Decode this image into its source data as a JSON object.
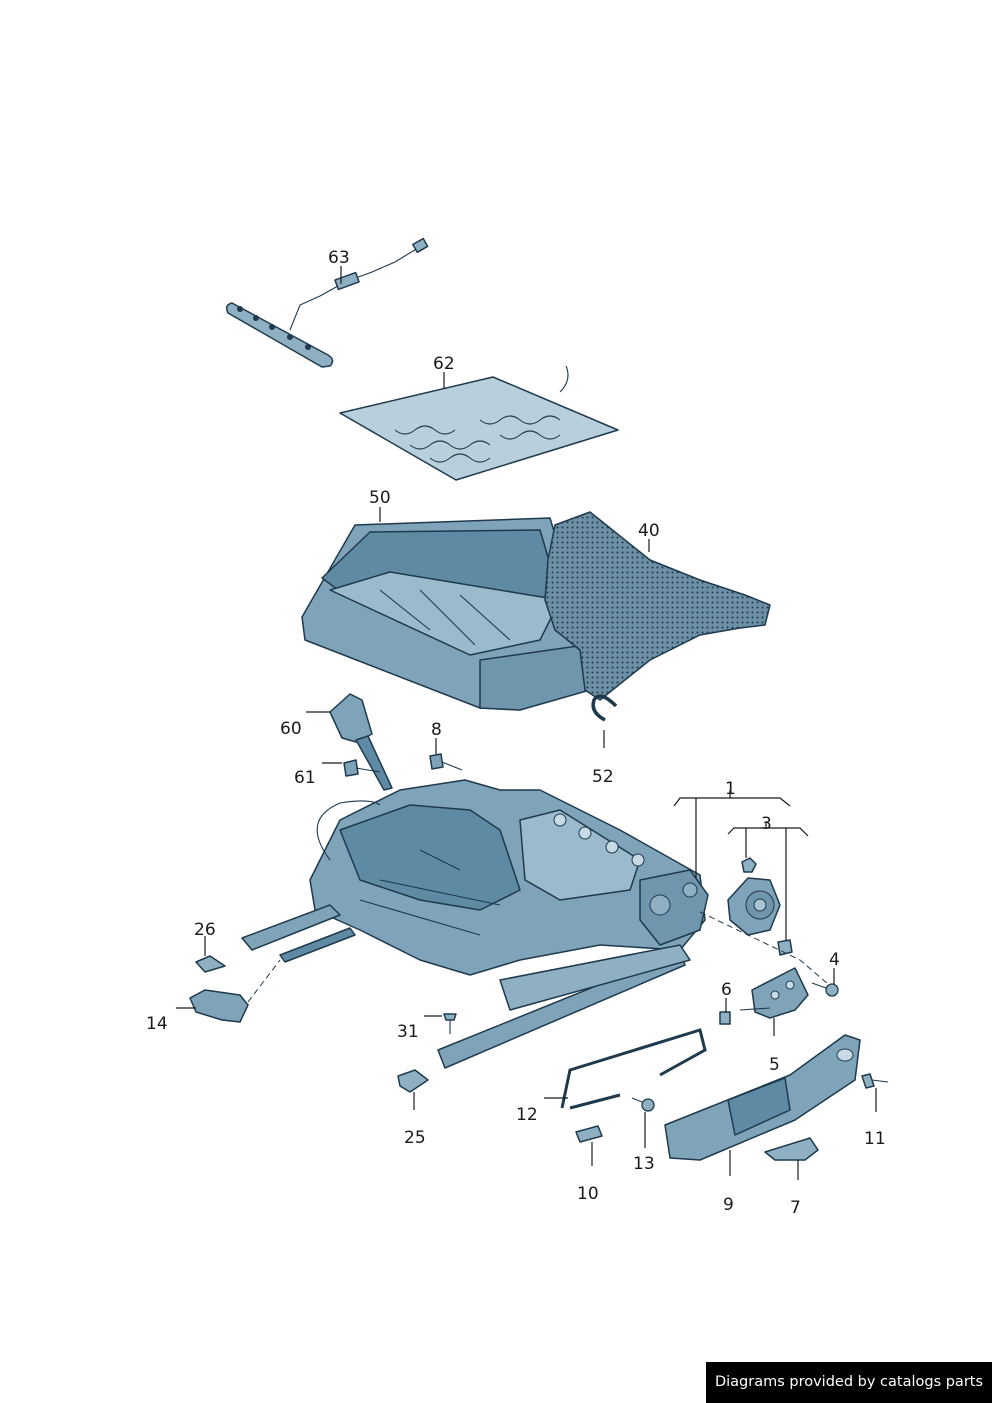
{
  "diagram": {
    "part_numbers": [
      "1",
      "3",
      "4",
      "5",
      "6",
      "7",
      "8",
      "9",
      "10",
      "11",
      "12",
      "13",
      "14",
      "25",
      "26",
      "31",
      "40",
      "50",
      "52",
      "60",
      "61",
      "62",
      "63"
    ]
  },
  "footer": {
    "credit": "Diagrams provided by catalogs parts"
  },
  "colors": {
    "part_fill": "#7fa3b9",
    "part_light": "#a9c3d2",
    "part_dark": "#4f7890",
    "outline": "#1f3a4d"
  }
}
